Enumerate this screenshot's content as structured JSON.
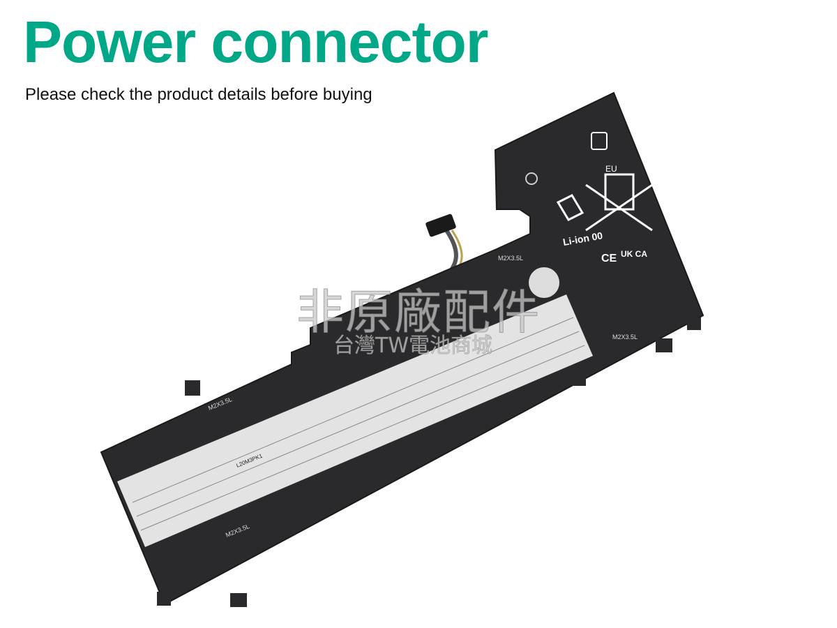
{
  "header": {
    "title": "Power connector",
    "subtitle": "Please check the product details before buying"
  },
  "product": {
    "battery_model": "L20M3PK1",
    "screw_labels": [
      "M2X3.5L",
      "M2X3.5L",
      "M2X3.5L",
      "M2X3.5L"
    ],
    "eu_mark": "EU",
    "chemistry_mark": "Li-ion 00",
    "cert_marks": [
      "CE",
      "UK CA"
    ]
  },
  "watermark": {
    "line1": "非原廠配件",
    "line2": "台灣TW電池商城"
  },
  "colors": {
    "title": "#00a887",
    "battery_body": "#2a2a2c",
    "label": "#e8e8e8"
  }
}
